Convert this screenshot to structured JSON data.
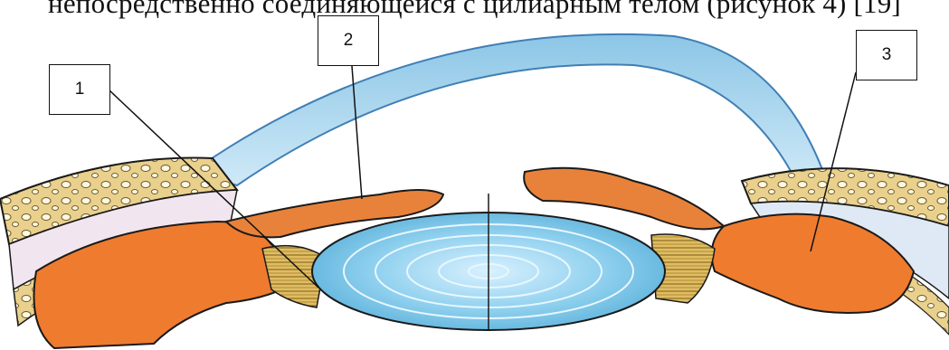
{
  "caption_fragment": "непосредственно соединяющейся с цилиарным телом (рисунок 4) [19]",
  "labels": [
    "1",
    "2",
    "3"
  ],
  "colors": {
    "cornea": "#a9d6ef",
    "cornea_edge": "#3f7fb5",
    "lens": "#7cc6e6",
    "lens_ring": "#e8f7ff",
    "ciliary_body": "#f07a2e",
    "iris": "#e8823a",
    "sclera": "#e7cf86",
    "zonule": "#d9b45a",
    "outline": "#1a1a1a"
  }
}
